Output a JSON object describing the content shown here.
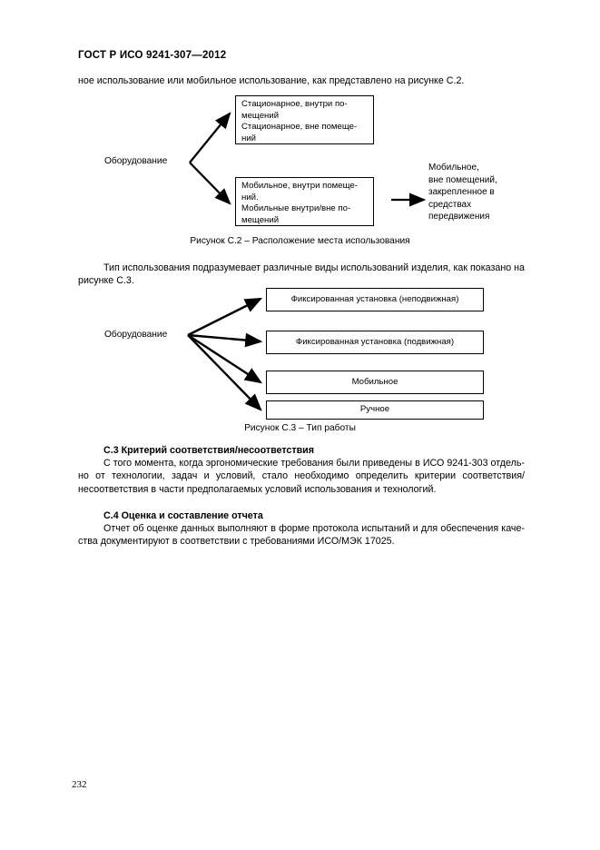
{
  "document": {
    "standard_header": "ГОСТ Р ИСО 9241-307—2012",
    "page_number": "232"
  },
  "intro_paragraph": "ное использование или мобильное использование, как представлено на рисунке С.2.",
  "figure_c2": {
    "source_label": "Оборудование",
    "box1": {
      "line1": "Стационарное, внутри по-",
      "line2": "мещений",
      "line3": "Стационарное, вне помеще-",
      "line4": "ний"
    },
    "box2": {
      "line1": "Мобильное, внутри помеще-",
      "line2": "ний.",
      "line3": "Мобильные внутри/вне по-",
      "line4": "мещений"
    },
    "result_label": {
      "line1": "Мобильное,",
      "line2": "вне помещений,",
      "line3": "закрепленное в",
      "line4": "средствах",
      "line5": "передвижения"
    },
    "caption": "Рисунок С.2 – Расположение места использования"
  },
  "paragraph_between": "Тип использования подразумевает различные виды использований изделия, как показано на рисунке С.3.",
  "figure_c3": {
    "source_label": "Оборудование",
    "boxes": [
      "Фиксированная установка (неподвижная)",
      "Фиксированная установка (подвижная)",
      "Мобильное",
      "Ручное"
    ],
    "caption": "Рисунок С.3 – Тип работы"
  },
  "section_c3": {
    "heading": "С.3 Критерий соответствия/несоответствия",
    "paragraph": "С того момента, когда эргономические требования были приведены в ИСО 9241-303 отдель­но от технологии, задач и условий, стало необходимо определить критерии соответст­вия/несоответствия в части предполагаемых условий использования и технологий."
  },
  "section_c4": {
    "heading": "С.4 Оценка и составление отчета",
    "paragraph": "Отчет об оценке данных выполняют в форме протокола испытаний и для обеспечения каче­ства документируют в соответствии с требованиями ИСО/МЭК 17025."
  }
}
